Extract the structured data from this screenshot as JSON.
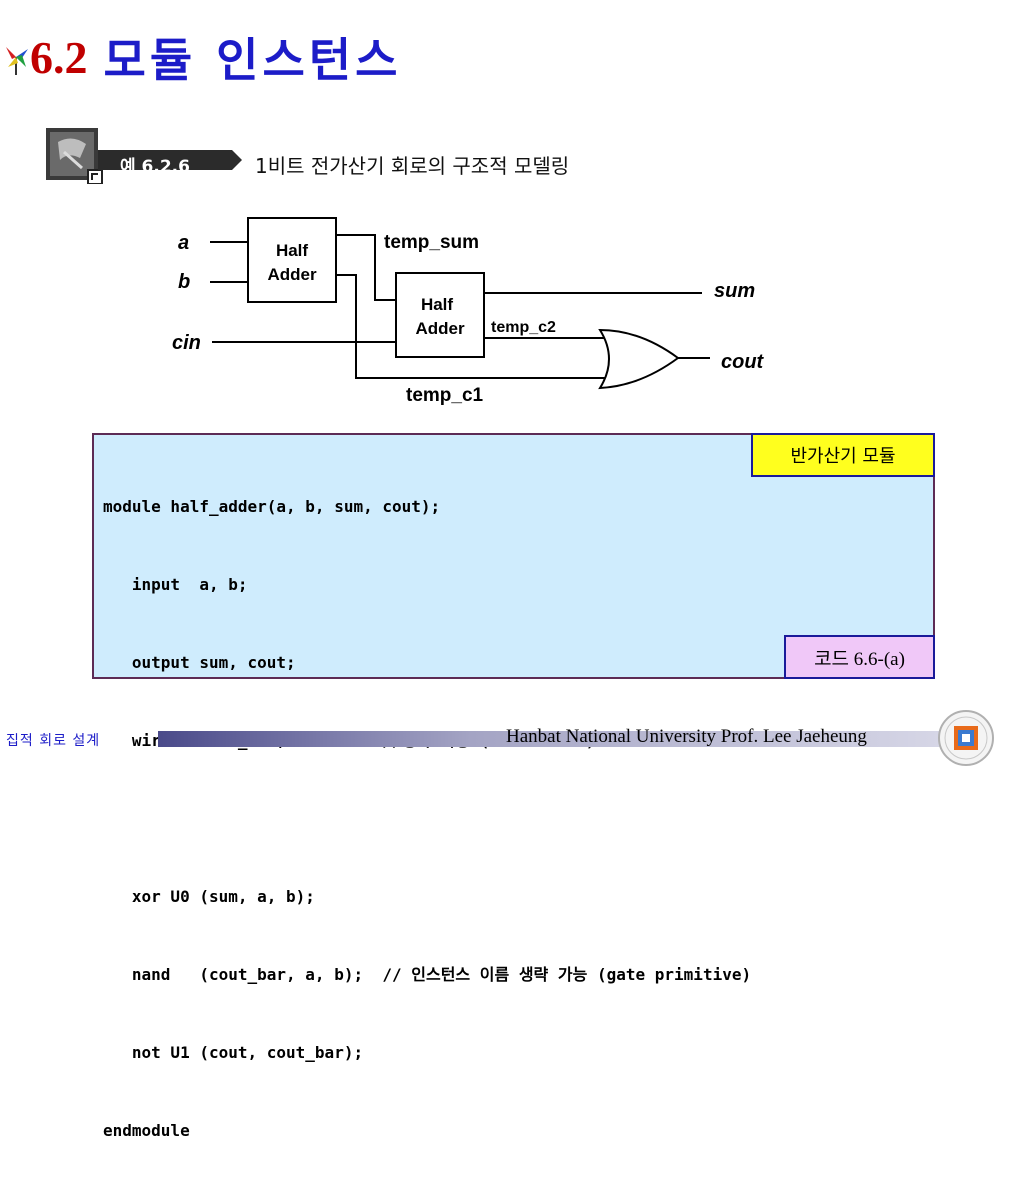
{
  "header": {
    "section_number": "6.2",
    "title": "모듈 인스턴스"
  },
  "example": {
    "label": "예 6.2.6",
    "title": "1비트 전가산기 회로의 구조적 모델링"
  },
  "diagram": {
    "inputs": {
      "a": "a",
      "b": "b",
      "cin": "cin"
    },
    "outputs": {
      "sum": "sum",
      "cout": "cout"
    },
    "blocks": {
      "ha1": [
        "Half",
        "Adder"
      ],
      "ha2": [
        "Half",
        "Adder"
      ]
    },
    "wires": {
      "temp_sum": "temp_sum",
      "temp_c1": "temp_c1",
      "temp_c2": "temp_c2"
    }
  },
  "code": {
    "lines": [
      "module half_adder(a, b, sum, cout);",
      "   input  a, b;",
      "   output sum, cout;",
      "   wire   cout_bar;          //생략 가능 (1-bit wire)",
      "",
      "   xor U0 (sum, a, b);",
      "   nand   (cout_bar, a, b);  // 인스턴스 이름 생략 가능 (gate primitive)",
      "   not U1 (cout, cout_bar);",
      "endmodule"
    ]
  },
  "tags": {
    "module": "반가산기 모듈",
    "code_ref": "코드 6.6-(a)"
  },
  "footer": {
    "left": "집적 회로 설계",
    "right": "Hanbat National University Prof. Lee Jaeheung"
  },
  "colors": {
    "title_number": "#c00000",
    "title_text": "#1c1cc8",
    "code_bg": "#cfecfd",
    "module_tag_bg": "#ffff1e",
    "code_tag_bg": "#f0c8f8"
  }
}
